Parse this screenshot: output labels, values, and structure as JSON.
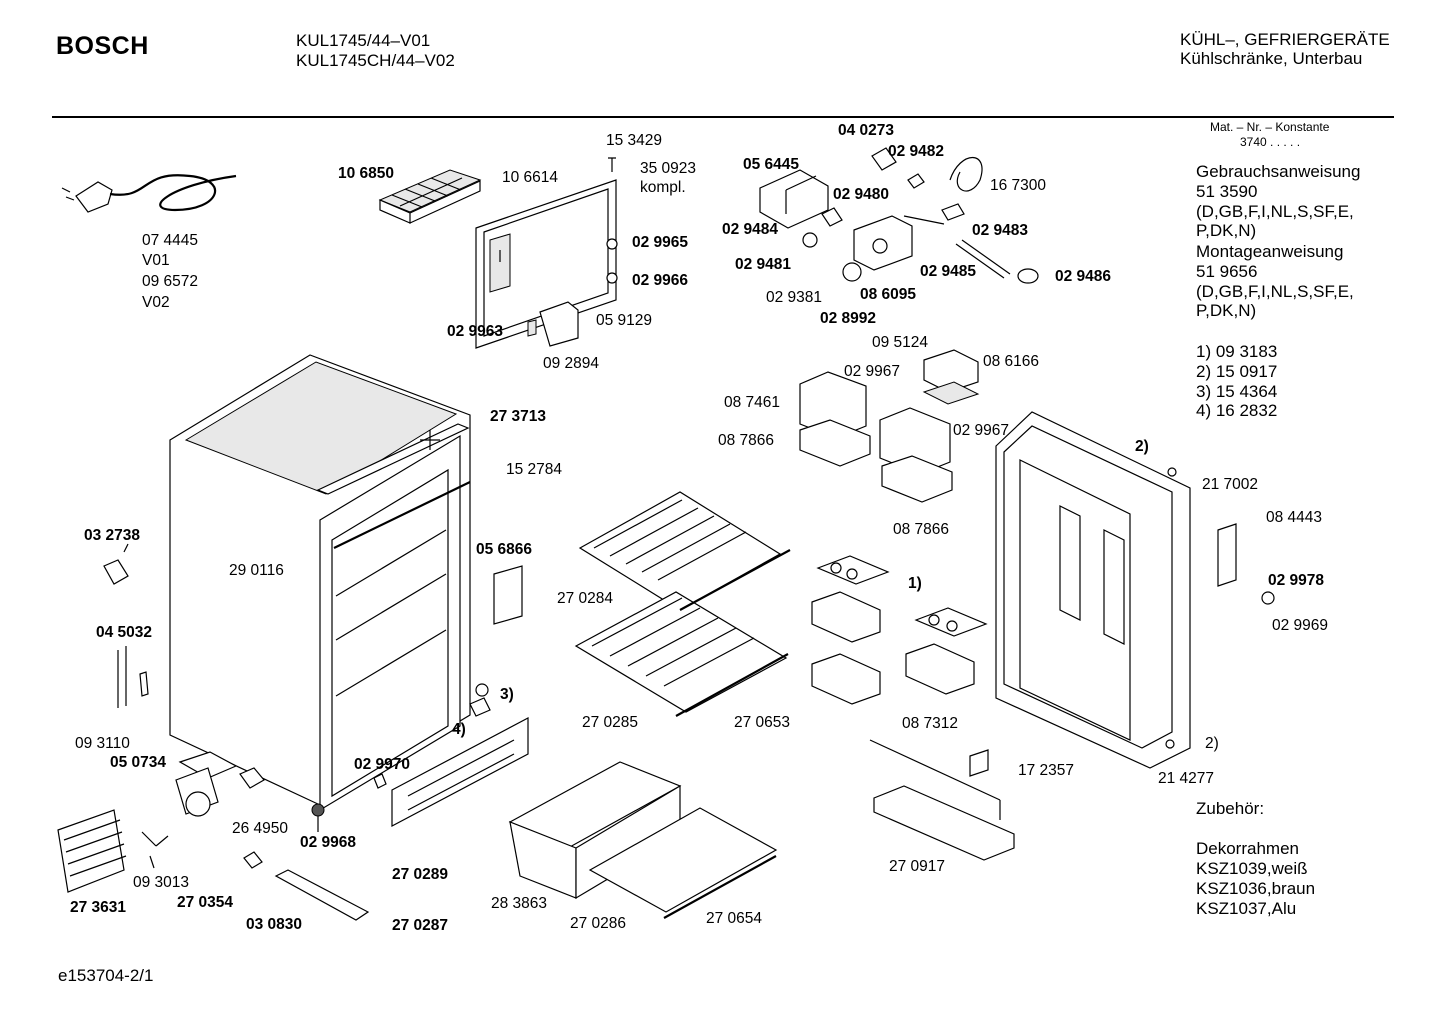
{
  "header": {
    "brand": "BOSCH",
    "models": [
      "KUL1745/44–V01",
      "KUL1745CH/44–V02"
    ],
    "category": "KÜHL–, GEFRIERGERÄTE",
    "subcategory": "Kühlschränke, Unterbau"
  },
  "sidebar": {
    "mat_label": "Mat. – Nr. – Konstante",
    "mat_value": "3740  . . . . .",
    "lines": [
      "Gebrauchsanweisung",
      "51 3590",
      "(D,GB,F,I,NL,S,SF,E,",
      "P,DK,N)",
      "Montageanweisung",
      "51 9656",
      "(D,GB,F,I,NL,S,SF,E,",
      "P,DK,N)"
    ],
    "numbered": [
      "1) 09 3183",
      "2) 15 0917",
      "3) 15 4364",
      "4) 16 2832"
    ],
    "accessories_title": "Zubehör:",
    "accessories": [
      "Dekorrahmen",
      "KSZ1039,weiß",
      "KSZ1036,braun",
      "KSZ1037,Alu"
    ]
  },
  "footer": {
    "code": "e153704-2/1"
  },
  "parts": {
    "p074445": "07 4445",
    "v01": "V01",
    "p096572": "09 6572",
    "v02": "V02",
    "p106850": "10 6850",
    "p106614": "10 6614",
    "p153429": "15 3429",
    "p350923": "35 0923",
    "kompl": "kompl.",
    "p029965": "02 9965",
    "p029966": "02 9966",
    "p029963": "02 9963",
    "p059129": "05 9129",
    "p092894": "09 2894",
    "p040273": "04 0273",
    "p056445": "05 6445",
    "p029482": "02 9482",
    "p029480": "02 9480",
    "p167300": "16 7300",
    "p029484": "02 9484",
    "p029483": "02 9483",
    "p029481": "02 9481",
    "p029485": "02 9485",
    "p029486": "02 9486",
    "p029381": "02 9381",
    "p086095": "08 6095",
    "p028992": "02 8992",
    "p095124": "09 5124",
    "p086166": "08 6166",
    "p029967a": "02 9967",
    "p087461": "08 7461",
    "p087866a": "08 7866",
    "p029967b": "02 9967",
    "p087866b": "08 7866",
    "p273713": "27 3713",
    "p152784": "15 2784",
    "p290116": "29 0116",
    "p032738": "03 2738",
    "p056866": "05 6866",
    "p045032": "04 5032",
    "p093110": "09 3110",
    "p050734": "05 0734",
    "p029970": "02 9970",
    "p264950": "26 4950",
    "p029968": "02 9968",
    "p093013": "09 3013",
    "p273631": "27 3631",
    "p270354": "27 0354",
    "p030830": "03 0830",
    "p270287": "27 0287",
    "p270289": "27 0289",
    "p270284": "27 0284",
    "p270285": "27 0285",
    "p270653": "27 0653",
    "p283863": "28 3863",
    "p270286": "27 0286",
    "p270654": "27 0654",
    "p087312": "08 7312",
    "c1": "1)",
    "c2a": "2)",
    "c2b": "2)",
    "c3": "3)",
    "c4": "4)",
    "p217002": "21 7002",
    "p084443": "08 4443",
    "p029978": "02 9978",
    "p029969": "02 9969",
    "p214277": "21 4277",
    "p172357": "17 2357",
    "p270917": "27 0917"
  }
}
